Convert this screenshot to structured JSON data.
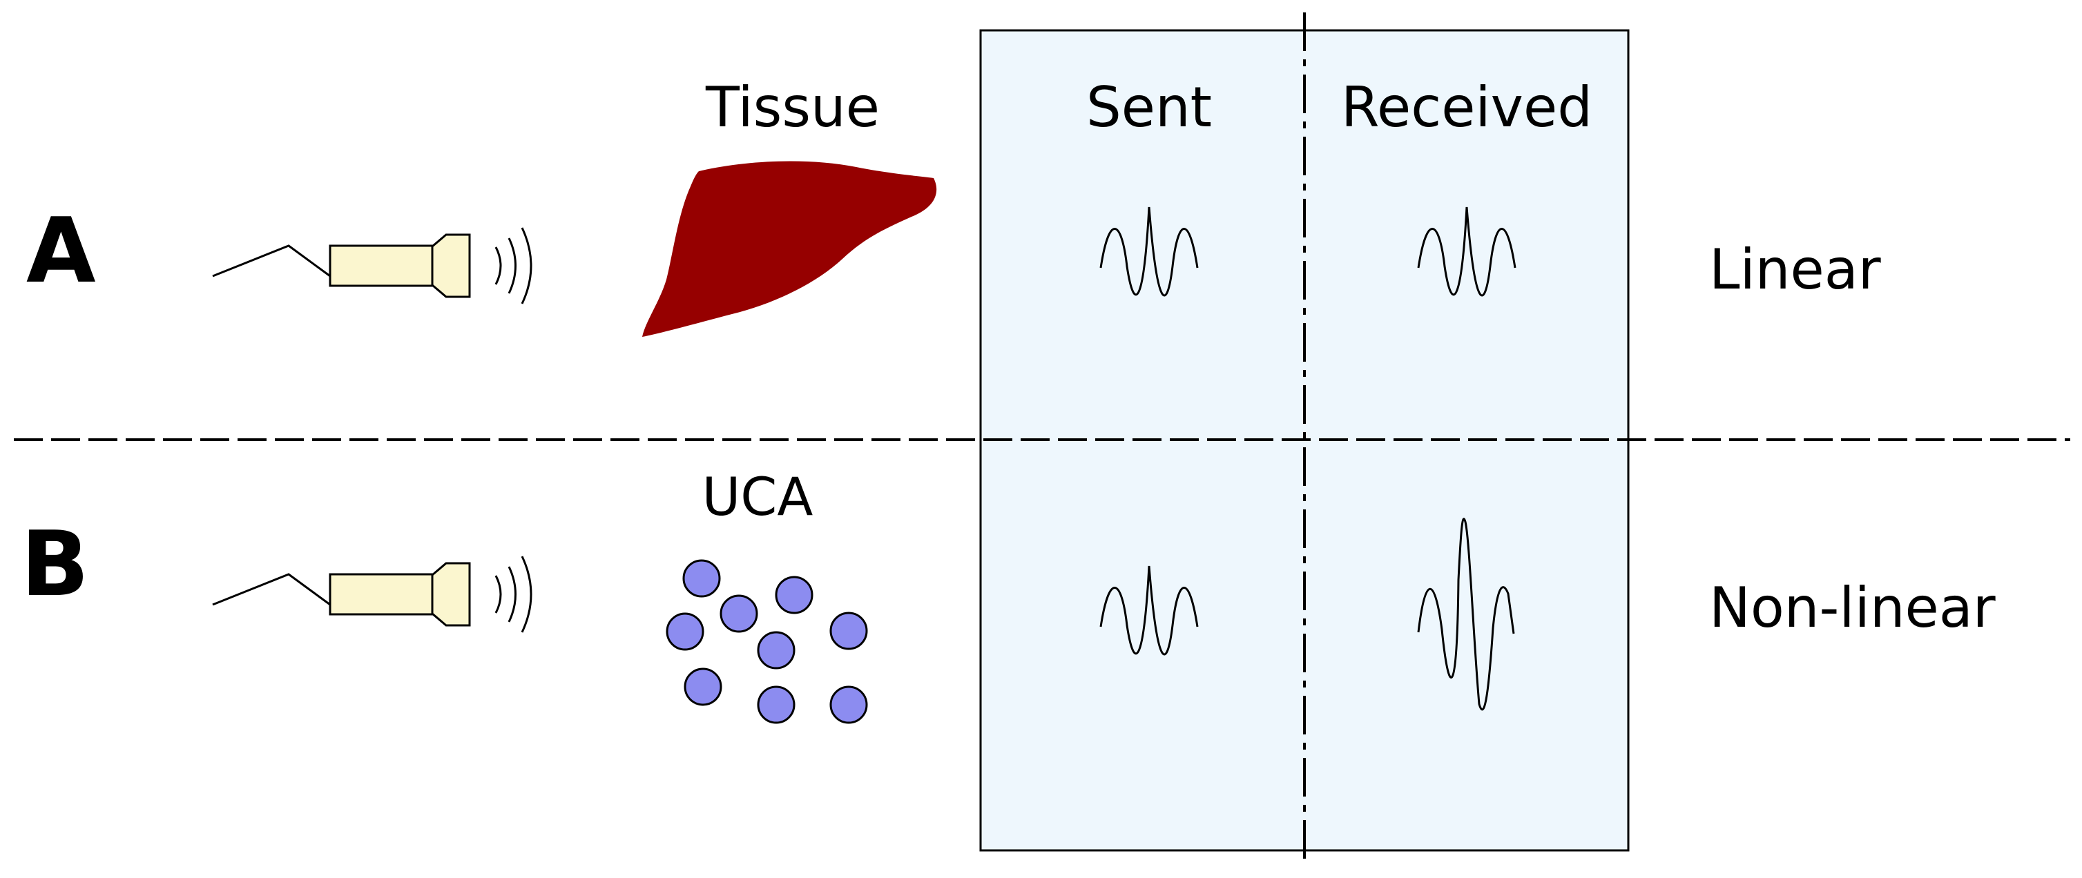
{
  "rows": [
    {
      "letter": "A",
      "medium_label": "Tissue",
      "medium_icon": "liver-icon",
      "response_label": "Linear",
      "received_wave": "symmetric"
    },
    {
      "letter": "B",
      "medium_label": "UCA",
      "medium_icon": "microbubbles-icon",
      "response_label": "Non-linear",
      "received_wave": "asymmetric"
    }
  ],
  "columns": {
    "sent": "Sent",
    "received": "Received"
  },
  "colors": {
    "tissue": "#960000",
    "bubble": "#8c8cf0",
    "transducer": "#fbf6cf",
    "panel": "#eef7fd",
    "line": "#000000"
  }
}
